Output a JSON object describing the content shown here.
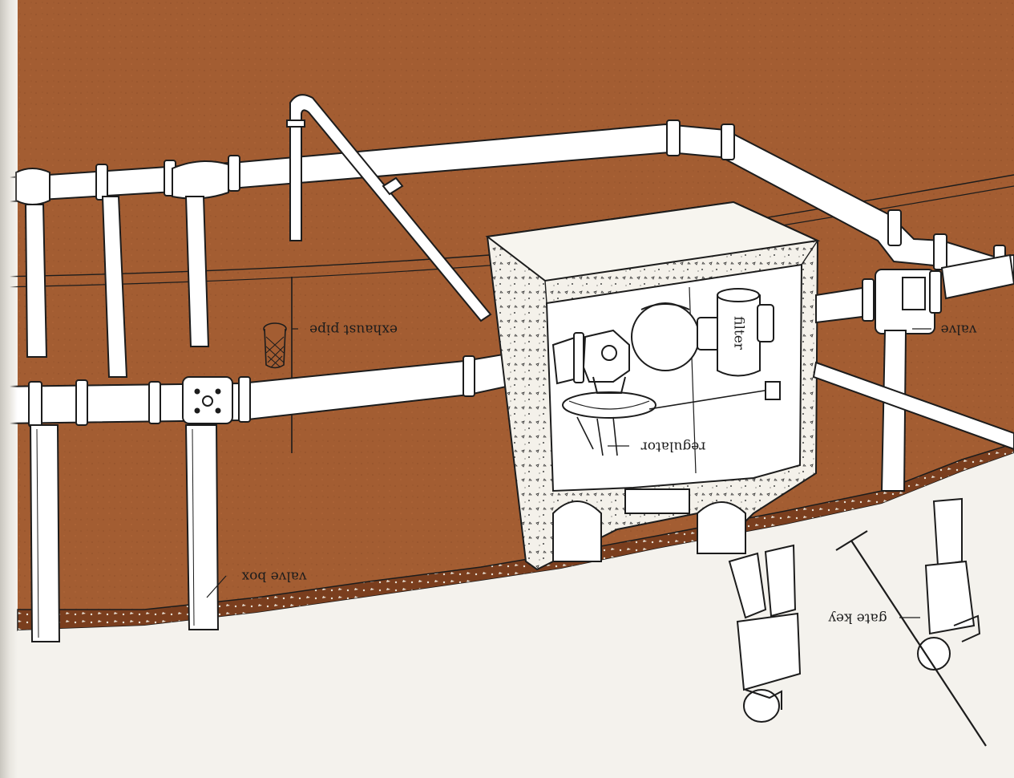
{
  "colors": {
    "soil": "#a35d32",
    "soil_dark": "#7a3e1e",
    "paper": "#f4f2ed",
    "pipe_fill": "#ffffff",
    "ink": "#1c1c1c",
    "concrete": "#f1eee8"
  },
  "labels": {
    "exhaust_pipe": "exhaust pipe",
    "filter": "filter",
    "valve": "valve",
    "regulator": "regulator",
    "valve_box": "valve box",
    "gate_key": "gate key"
  },
  "figures": [
    {
      "name": "worker-standing",
      "holding": "gate key"
    },
    {
      "name": "worker-walking"
    }
  ]
}
